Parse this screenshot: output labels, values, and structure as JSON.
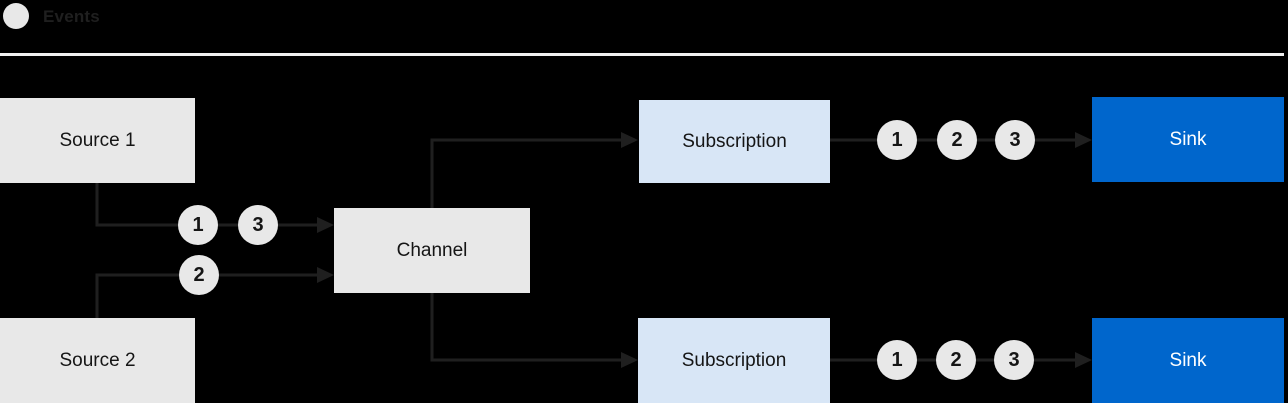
{
  "legend": {
    "label": "Events"
  },
  "nodes": {
    "source1": "Source 1",
    "source2": "Source 2",
    "channel": "Channel",
    "subscription_top": "Subscription",
    "subscription_bottom": "Subscription",
    "sink_top": "Sink",
    "sink_bottom": "Sink"
  },
  "events": {
    "source1_to_channel": [
      "1",
      "3"
    ],
    "source2_to_channel": [
      "2"
    ],
    "subscription_top_to_sink": [
      "1",
      "2",
      "3"
    ],
    "subscription_bottom_to_sink": [
      "1",
      "2",
      "3"
    ]
  },
  "colors": {
    "background": "#000000",
    "node_gray": "#e8e8e8",
    "subscription_blue": "#d8e6f6",
    "sink_blue": "#0066cc",
    "sink_text": "#ffffff",
    "text_dark": "#151515",
    "connector": "#1f1f1f",
    "divider": "#f0f0f0"
  }
}
